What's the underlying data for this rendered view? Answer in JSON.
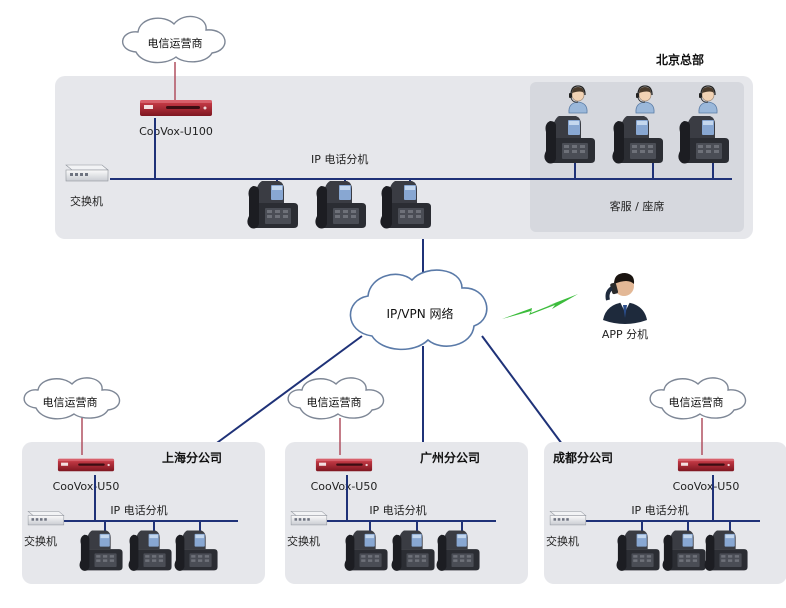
{
  "headquarters": {
    "title": "北京总部",
    "carrier": "电信运营商",
    "pbx": "CooVox-U100",
    "switch": "交换机",
    "extension": "IP 电话分机",
    "agent_area": "客服 / 座席"
  },
  "network": {
    "vpn": "IP/VPN 网络",
    "app": "APP 分机"
  },
  "branches": [
    {
      "title": "上海分公司",
      "carrier": "电信运营商",
      "pbx": "CooVox-U50",
      "switch": "交换机",
      "extension": "IP 电话分机"
    },
    {
      "title": "广州分公司",
      "carrier": "电信运营商",
      "pbx": "CooVox-U50",
      "switch": "交换机",
      "extension": "IP 电话分机"
    },
    {
      "title": "成都分公司",
      "carrier": "电信运营商",
      "pbx": "CooVox-U50",
      "switch": "交换机",
      "extension": "IP 电话分机"
    }
  ],
  "colors": {
    "link": "#1f3278",
    "carrier_uplink": "#b05060",
    "wireless": "#3cbc3c",
    "pbx_body": "#a0202c"
  },
  "icons": {
    "phone": "ip-phone-icon",
    "agent": "headset-agent-icon",
    "switch": "network-switch-icon",
    "pbx": "pbx-appliance-icon",
    "cloud": "cloud-icon",
    "mobile_user": "mobile-user-icon",
    "wireless": "wireless-signal-icon"
  }
}
